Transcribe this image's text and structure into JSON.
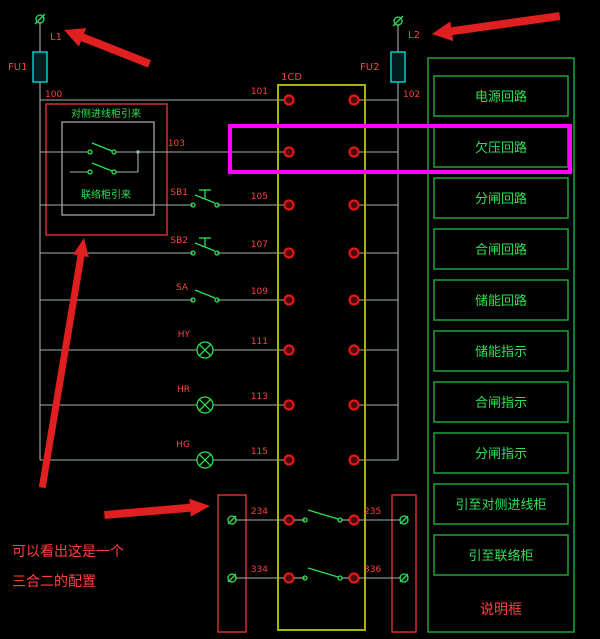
{
  "colors": {
    "background": "#000000",
    "schematic_green": "#2ee056",
    "annotation_red": "#ff4040",
    "arrow_red": "#e02020",
    "highlight_magenta": "#ff00ff",
    "fuse_cyan": "#00d8d8",
    "terminal_red": "#e01818",
    "strip_olive": "#a9b400",
    "wire_gray": "#9fb3a3"
  },
  "top": {
    "l1": "L1",
    "l2": "L2",
    "fu1": "FU1",
    "fu2": "FU2",
    "wire_left": "100",
    "wire_right": "102"
  },
  "incoming": {
    "title": "对侧进线柜引来",
    "tie_label": "联络柜引来"
  },
  "terminal_strip": {
    "label": "1CD"
  },
  "rows": [
    {
      "wire": "101",
      "component": ""
    },
    {
      "wire": "103",
      "component": ""
    },
    {
      "wire": "105",
      "component": "SB1"
    },
    {
      "wire": "107",
      "component": "SB2"
    },
    {
      "wire": "109",
      "component": "SA"
    },
    {
      "wire": "111",
      "component": "HY"
    },
    {
      "wire": "113",
      "component": "HR"
    },
    {
      "wire": "115",
      "component": "HG"
    }
  ],
  "bottom": {
    "rows": [
      {
        "left": "234",
        "right": "235"
      },
      {
        "left": "334",
        "right": "336"
      }
    ]
  },
  "legend": {
    "items": [
      "电源回路",
      "欠压回路",
      "分闸回路",
      "合闸回路",
      "储能回路",
      "储能指示",
      "合闸指示",
      "分闸指示",
      "引至对侧进线柜",
      "引至联络柜"
    ],
    "footer": "说明框"
  },
  "note": {
    "line1": "可以看出这是一个",
    "line2": "三合二的配置"
  }
}
